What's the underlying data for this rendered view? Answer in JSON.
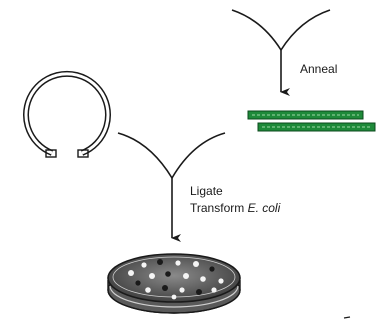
{
  "steps": {
    "anneal": "Anneal",
    "ligate": "Ligate",
    "transform_prefix": "Transform ",
    "transform_organism": "E. coli"
  },
  "colors": {
    "line": "#1a1a1a",
    "oligo_green": "#1f8a3a",
    "oligo_dark": "#0b4a1c",
    "dish_dark": "#2a2a2a"
  },
  "icons": {
    "plasmid": "linearized-plasmid-icon",
    "oligo_duplex": "annealed-oligo-duplex-icon",
    "petri_dish": "petri-dish-colonies-icon"
  }
}
